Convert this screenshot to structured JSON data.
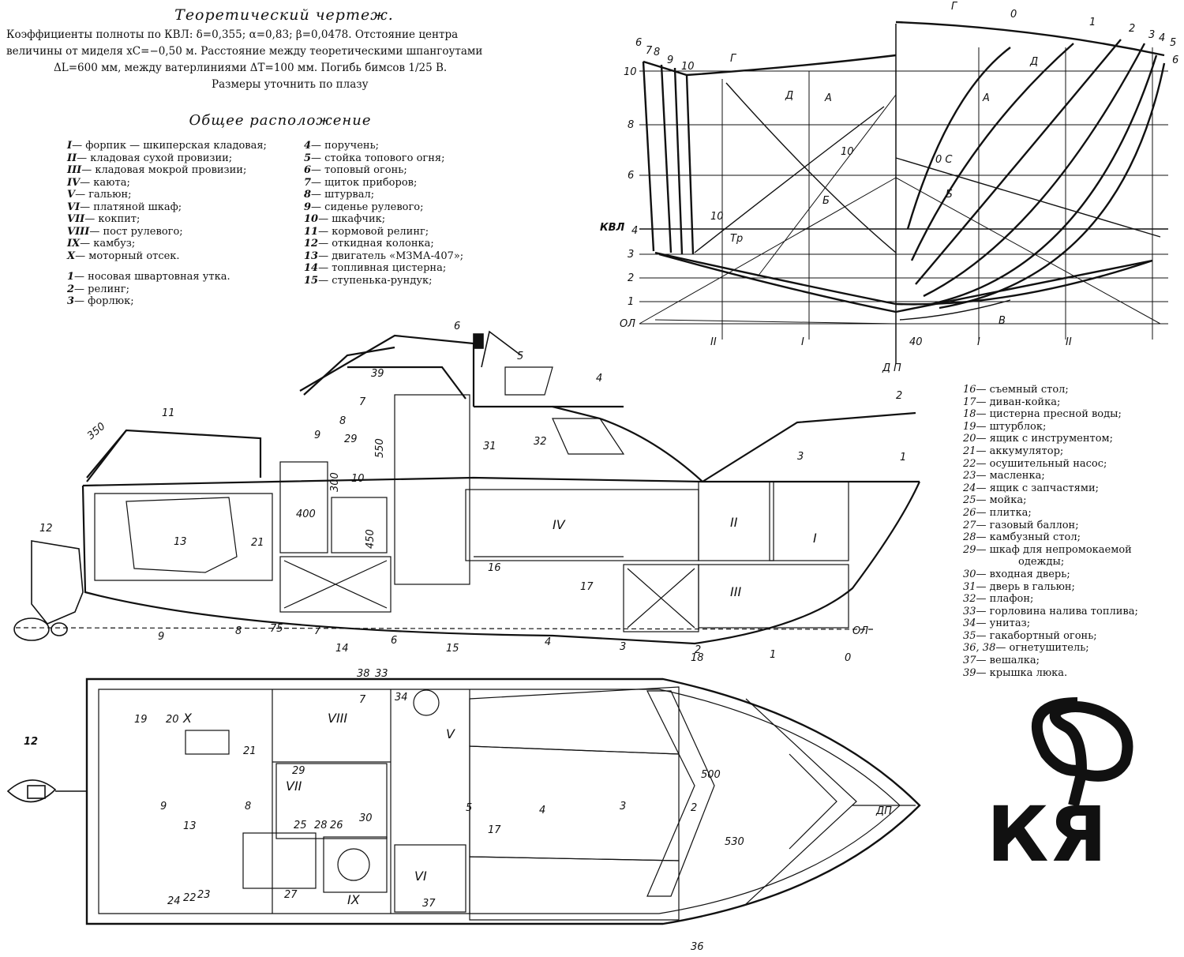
{
  "lines_drawing": {
    "title": "Теоретический чертеж.",
    "spec_line1": "Коэффициенты полноты по КВЛ: δ=0,355; α=0,83; β=0,0478. Отстояние центра",
    "spec_line2": "величины от миделя xC=−0,50 м. Расстояние между теоретическими шпангоутами",
    "spec_line3": "ΔL=600 мм, между ватерлиниями ΔT=100 мм. Погибь бимсов 1/25 B.",
    "spec_line4": "Размеры уточнить по плазу",
    "wl_labels": [
      "10",
      "8",
      "6",
      "КВЛ",
      "4",
      "3",
      "2",
      "1",
      "ОЛ"
    ],
    "frame_labels_top": [
      "Г",
      "0",
      "1",
      "2",
      "3",
      "4",
      "5",
      "6"
    ],
    "frame_labels_left": [
      "6",
      "7",
      "8",
      "9",
      "10"
    ],
    "curve_labels": [
      "Д",
      "А",
      "Б",
      "В",
      "С",
      "Тр",
      "Г"
    ],
    "bottom_labels": [
      "II",
      "I",
      "I",
      "II",
      "40",
      "Д",
      "П",
      "3",
      "2"
    ]
  },
  "general": {
    "title": "Общее расположение",
    "legend_a": [
      {
        "k": "I",
        "t": "— форпик — шкиперская кладовая;"
      },
      {
        "k": "II",
        "t": "— кладовая сухой провизии;"
      },
      {
        "k": "III",
        "t": "— кладовая мокрой провизии;"
      },
      {
        "k": "IV",
        "t": "— каюта;"
      },
      {
        "k": "V",
        "t": "— гальюн;"
      },
      {
        "k": "VI",
        "t": "— платяной шкаф;"
      },
      {
        "k": "VII",
        "t": "— кокпит;"
      },
      {
        "k": "VIII",
        "t": "— пост рулевого;"
      },
      {
        "k": "IX",
        "t": "— камбуз;"
      },
      {
        "k": "X",
        "t": "— моторный отсек."
      }
    ],
    "legend_b": [
      {
        "k": "1",
        "t": "— носовая швартовная утка."
      },
      {
        "k": "2",
        "t": "— релинг;"
      },
      {
        "k": "3",
        "t": "— форлюк;"
      }
    ],
    "legend_c": [
      {
        "k": "4",
        "t": "— поручень;"
      },
      {
        "k": "5",
        "t": "— стойка топового огня;"
      },
      {
        "k": "6",
        "t": "— топовый огонь;"
      },
      {
        "k": "7",
        "t": "— щиток приборов;"
      },
      {
        "k": "8",
        "t": "— штурвал;"
      },
      {
        "k": "9",
        "t": "— сиденье рулевого;"
      },
      {
        "k": "10",
        "t": "— шкафчик;"
      },
      {
        "k": "11",
        "t": "— кормовой релинг;"
      },
      {
        "k": "12",
        "t": "— откидная колонка;"
      },
      {
        "k": "13",
        "t": "— двигатель «МЗМА-407»;"
      },
      {
        "k": "14",
        "t": "— топливная цистерна;"
      },
      {
        "k": "15",
        "t": "— ступенька-рундук;"
      }
    ],
    "legend_d": [
      {
        "k": "16",
        "t": "— съемный стол;"
      },
      {
        "k": "17",
        "t": "— диван-койка;"
      },
      {
        "k": "18",
        "t": "— цистерна пресной воды;"
      },
      {
        "k": "19",
        "t": "— штурблок;"
      },
      {
        "k": "20",
        "t": "— ящик с инструментом;"
      },
      {
        "k": "21",
        "t": "— аккумулятор;"
      },
      {
        "k": "22",
        "t": "— осушительный насос;"
      },
      {
        "k": "23",
        "t": "— масленка;"
      },
      {
        "k": "24",
        "t": "— ящик с запчастями;"
      },
      {
        "k": "25",
        "t": "— мойка;"
      },
      {
        "k": "26",
        "t": "— плитка;"
      },
      {
        "k": "27",
        "t": "— газовый баллон;"
      },
      {
        "k": "28",
        "t": "— камбузный стол;"
      },
      {
        "k": "29",
        "t": "— шкаф для непромокаемой"
      },
      {
        "k": "",
        "t": "одежды;"
      },
      {
        "k": "30",
        "t": "— входная дверь;"
      },
      {
        "k": "31",
        "t": "— дверь в гальюн;"
      },
      {
        "k": "32",
        "t": "— плафон;"
      },
      {
        "k": "33",
        "t": "— горловина налива топлива;"
      },
      {
        "k": "34",
        "t": "— унитаз;"
      },
      {
        "k": "35",
        "t": "— гакабортный огонь;"
      },
      {
        "k": "36, 38",
        "t": "— огнетушитель;"
      },
      {
        "k": "37",
        "t": "— вешалка;"
      },
      {
        "k": "39",
        "t": "— крышка люка."
      }
    ]
  },
  "profile_labels": {
    "rooms": [
      "IV",
      "II",
      "I",
      "III"
    ],
    "dims": [
      "350",
      "550",
      "300",
      "400",
      "450",
      "500",
      "530"
    ],
    "callouts": [
      "1",
      "2",
      "3",
      "4",
      "5",
      "6",
      "7",
      "8",
      "9",
      "10",
      "11",
      "12",
      "13",
      "14",
      "15",
      "16",
      "17",
      "18",
      "21",
      "29",
      "31",
      "32",
      "39"
    ],
    "stations": [
      "9",
      "8",
      "7",
      "6",
      "5",
      "4",
      "3",
      "2",
      "1",
      "0",
      "ОЛ"
    ]
  },
  "plan_labels": {
    "rooms": [
      "X",
      "VII",
      "VIII",
      "V",
      "VI",
      "IX"
    ],
    "callouts": [
      "12",
      "19",
      "20",
      "21",
      "9",
      "8",
      "13",
      "24",
      "22",
      "23",
      "29",
      "25",
      "28",
      "26",
      "27",
      "30",
      "34",
      "7",
      "38",
      "33",
      "17",
      "4",
      "3",
      "2",
      "5",
      "37",
      "36",
      "ДП"
    ]
  },
  "logo": {
    "text": "КЯ"
  }
}
